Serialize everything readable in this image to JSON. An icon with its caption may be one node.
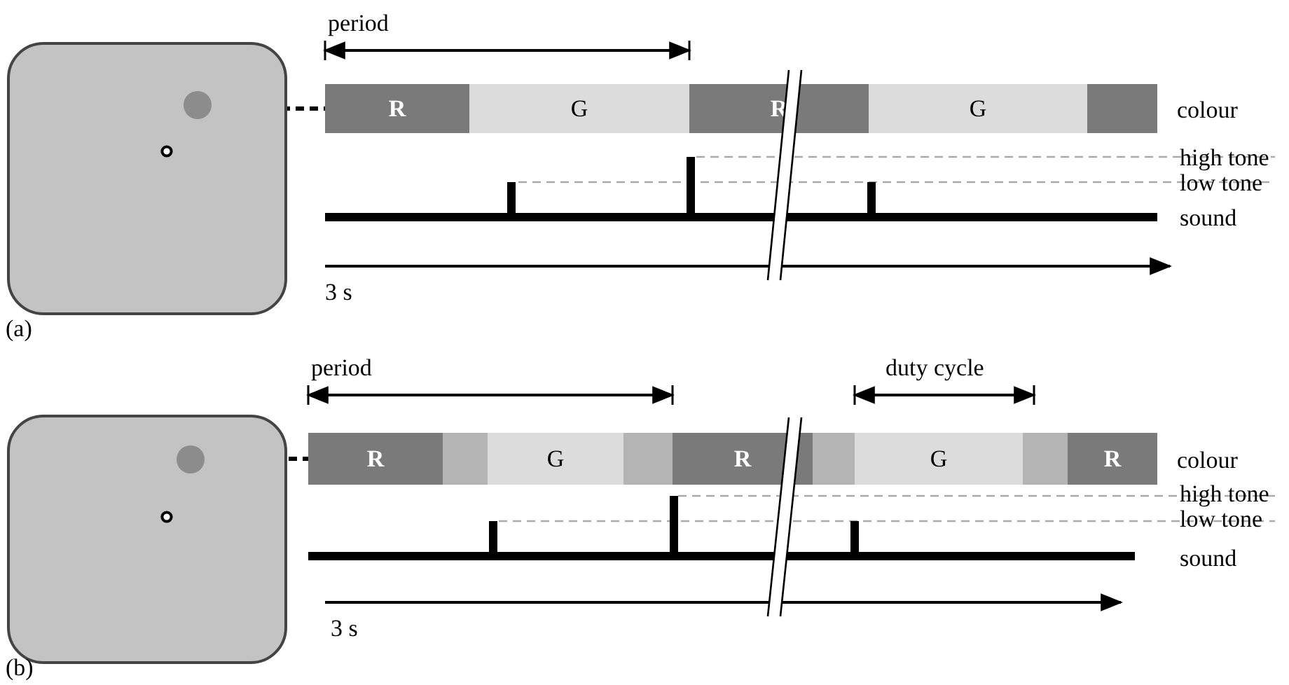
{
  "diagram": {
    "nodes": [
      {
        "text": [],
        "shape": "box"
      },
      {
        "text": [],
        "shape": "circle",
        "in": 0
      },
      {
        "text": [
          "R"
        ]
      },
      {
        "text": [
          "G"
        ]
      },
      {
        "text": [
          "R"
        ]
      },
      {
        "text": [
          "G"
        ]
      },
      {
        "text": [],
        "shape": "bar"
      },
      {
        "text": [],
        "shape": "box"
      },
      {
        "text": [],
        "shape": "circle",
        "in": 7
      },
      {
        "text": [
          "R"
        ]
      },
      {
        "text": [],
        "shape": "bar"
      },
      {
        "text": [
          "G"
        ]
      },
      {
        "text": [],
        "shape": "bar"
      },
      {
        "text": [
          "R"
        ]
      },
      {
        "text": [],
        "shape": "bar"
      },
      {
        "text": [
          "G"
        ]
      },
      {
        "text": [],
        "shape": "bar"
      },
      {
        "text": [
          "R"
        ]
      }
    ],
    "edges": [
      {
        "from": 1,
        "to": 2,
        "arrow": "none",
        "style": "dashed"
      },
      {
        "from": 8,
        "to": 9,
        "arrow": "none",
        "style": "dashed"
      }
    ],
    "labels": [
      "period",
      "colour",
      "high tone",
      "low tone",
      "sound",
      "3 s",
      "(a)",
      "period",
      "duty cycle",
      "colour",
      "high tone",
      "low tone",
      "sound",
      "3 s",
      "(b)"
    ]
  }
}
